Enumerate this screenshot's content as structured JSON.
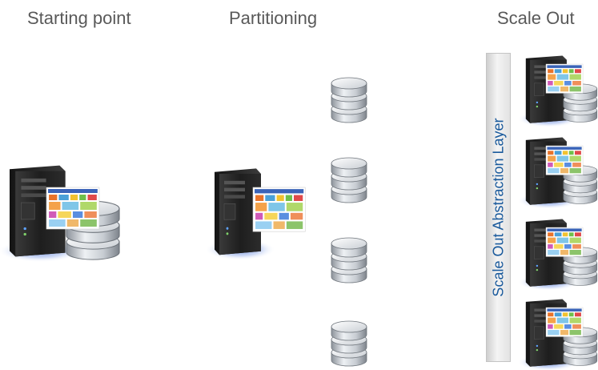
{
  "sections": {
    "starting_point": "Starting point",
    "partitioning": "Partitioning",
    "scale_out": "Scale Out"
  },
  "abstraction_layer": {
    "label": "Scale Out Abstraction Layer",
    "color": "#1a5a9c"
  },
  "icons": {
    "server": "server-tower-icon",
    "database": "database-stack-icon",
    "app_screen": "application-screenshot-icon"
  }
}
